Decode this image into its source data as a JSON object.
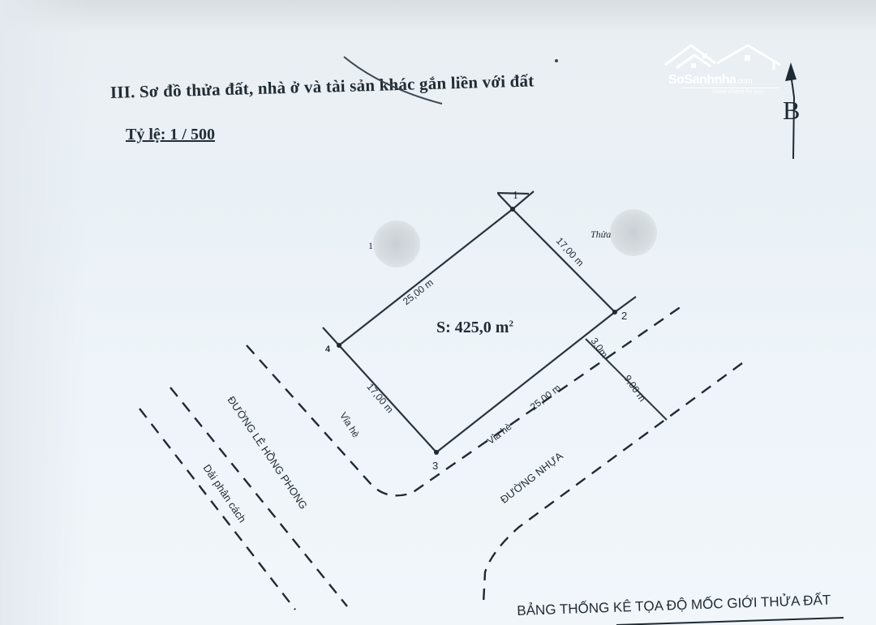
{
  "document": {
    "section_heading": "III. Sơ đồ thửa đất, nhà ở và tài sản khác gắn liền với đất",
    "scale": "Tỷ lệ: 1 / 500",
    "north_arrow_label": "B",
    "watermark": {
      "brand": "SoSanhnha",
      "domain_suffix": ".com",
      "tagline": "Great choice for you",
      "icon": "house-roof-icon"
    }
  },
  "plot": {
    "area_label": "S: 425,0 m",
    "area_unit_sup": "2",
    "vertices": [
      {
        "id": "1",
        "label": "1"
      },
      {
        "id": "2",
        "label": "2"
      },
      {
        "id": "3",
        "label": "3"
      },
      {
        "id": "4",
        "label": "4"
      }
    ],
    "edges": [
      {
        "from": "4",
        "to": "1",
        "length": "25,00 m",
        "shown_as": "?5,00 m"
      },
      {
        "from": "1",
        "to": "2",
        "length": "17,00 m"
      },
      {
        "from": "2",
        "to": "3",
        "length": "25,00 m"
      },
      {
        "from": "3",
        "to": "4",
        "length": "17,00 m"
      }
    ],
    "neighbor_labels": [
      "Thửa",
      "1"
    ],
    "offsets": [
      {
        "label": "3,0m",
        "description": "sidewalk width"
      },
      {
        "label": "9,00 m",
        "description": "road width"
      }
    ]
  },
  "streets": {
    "sidewalk_label": "Vỉa hè",
    "main_road": "ĐƯỜNG LÊ HỒNG PHONG",
    "median": "Dải phân cách",
    "side_road": "ĐƯỜNG NHỰA"
  },
  "footer": {
    "table_title": "BẢNG THỐNG KÊ TỌA ĐỘ MỐC GIỚI THỬA ĐẤT"
  },
  "labels": {
    "edge_41": "25,00 m",
    "edge_12": "17,00 m",
    "edge_23": "25,00 m",
    "edge_34": "17,00 m",
    "offset_sidewalk": "3,0m",
    "offset_road": "9,00 m",
    "v1": "1",
    "v2": "2",
    "v3": "3",
    "v4": "4",
    "neighbor_thua": "Thửa",
    "neighbor_num": "1"
  }
}
